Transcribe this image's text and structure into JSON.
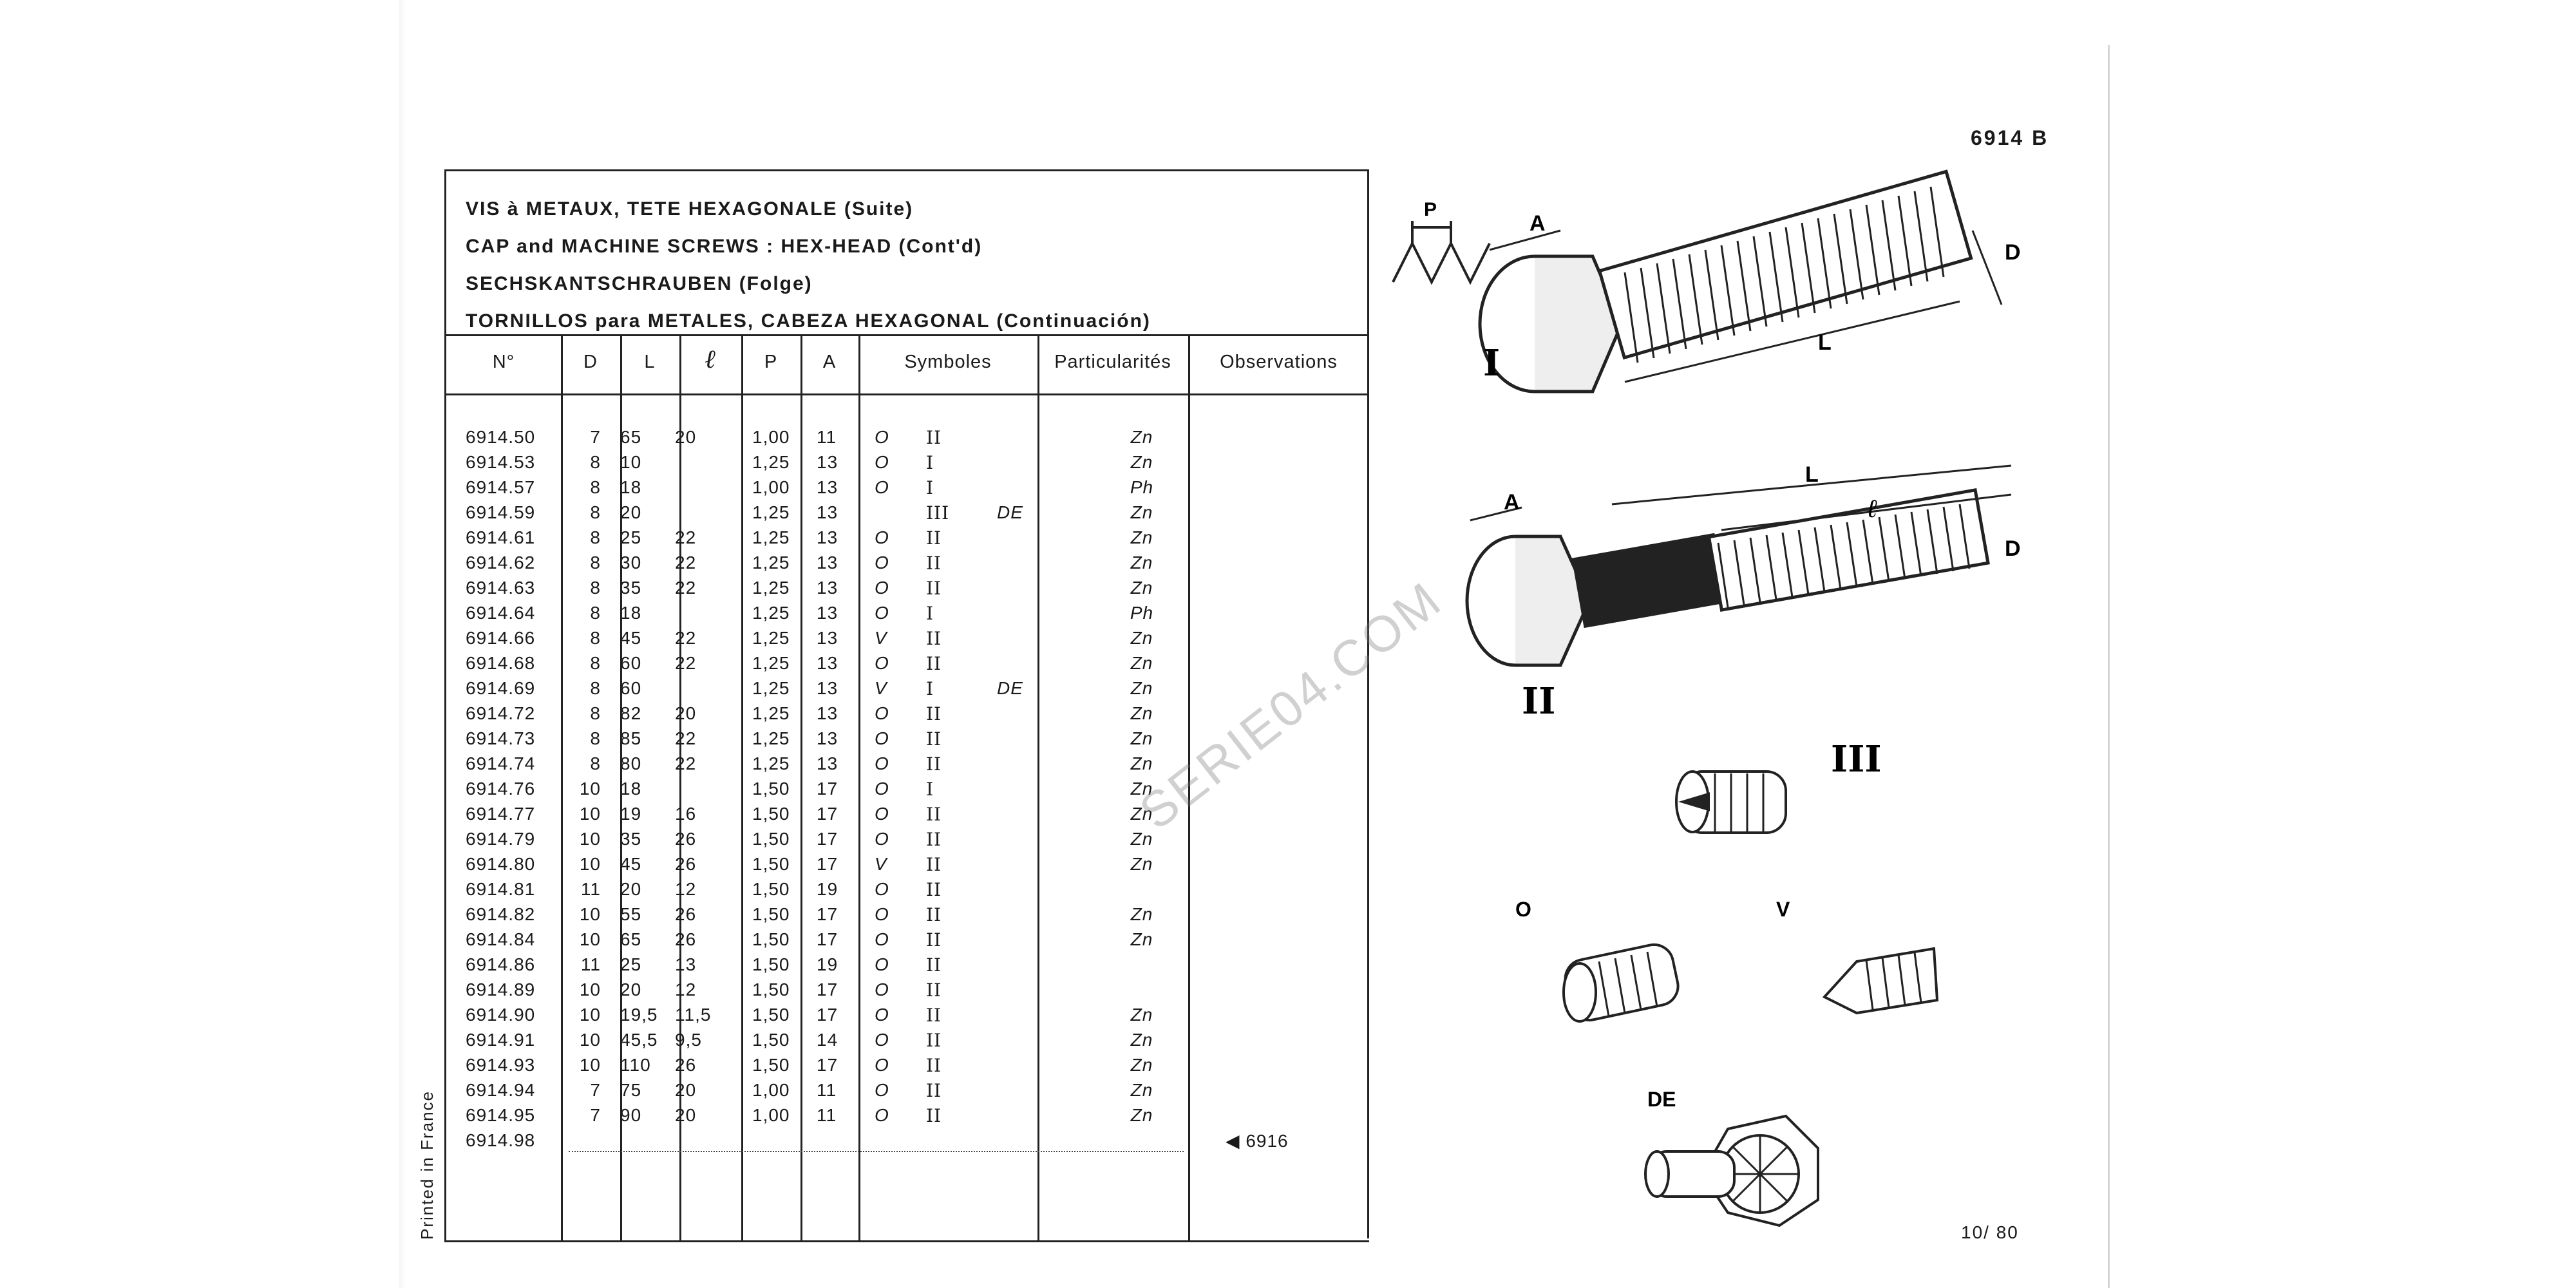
{
  "ref_code": "6914 B",
  "page_number": "10/ 80",
  "printed_in": "Printed in France",
  "watermark": "SERIE04.COM",
  "titles": {
    "fr": "VIS à METAUX, TETE HEXAGONALE (Suite)",
    "en": "CAP and MACHINE SCREWS : HEX-HEAD (Cont'd)",
    "de": "SECHSKANTSCHRAUBEN (Folge)",
    "es": "TORNILLOS para METALES, CABEZA HEXAGONAL (Continuación)"
  },
  "headers": {
    "no": "N°",
    "d": "D",
    "l": "L",
    "l_small": "ℓ",
    "p": "P",
    "a": "A",
    "symboles": "Symboles",
    "particularites": "Particularités",
    "observations": "Observations"
  },
  "rows": [
    {
      "no": "6914.50",
      "d": "7",
      "l": "65",
      "l2": "20",
      "p": "1,00",
      "a": "11",
      "s1": "O",
      "s2": "II",
      "s3": "",
      "part": "Zn",
      "obs": ""
    },
    {
      "no": "6914.53",
      "d": "8",
      "l": "10",
      "l2": "",
      "p": "1,25",
      "a": "13",
      "s1": "O",
      "s2": "I",
      "s3": "",
      "part": "Zn",
      "obs": ""
    },
    {
      "no": "6914.57",
      "d": "8",
      "l": "18",
      "l2": "",
      "p": "1,00",
      "a": "13",
      "s1": "O",
      "s2": "I",
      "s3": "",
      "part": "Ph",
      "obs": ""
    },
    {
      "no": "6914.59",
      "d": "8",
      "l": "20",
      "l2": "",
      "p": "1,25",
      "a": "13",
      "s1": "",
      "s2": "III",
      "s3": "DE",
      "part": "Zn",
      "obs": ""
    },
    {
      "no": "6914.61",
      "d": "8",
      "l": "25",
      "l2": "22",
      "p": "1,25",
      "a": "13",
      "s1": "O",
      "s2": "II",
      "s3": "",
      "part": "Zn",
      "obs": ""
    },
    {
      "no": "6914.62",
      "d": "8",
      "l": "30",
      "l2": "22",
      "p": "1,25",
      "a": "13",
      "s1": "O",
      "s2": "II",
      "s3": "",
      "part": "Zn",
      "obs": ""
    },
    {
      "no": "6914.63",
      "d": "8",
      "l": "35",
      "l2": "22",
      "p": "1,25",
      "a": "13",
      "s1": "O",
      "s2": "II",
      "s3": "",
      "part": "Zn",
      "obs": ""
    },
    {
      "no": "6914.64",
      "d": "8",
      "l": "18",
      "l2": "",
      "p": "1,25",
      "a": "13",
      "s1": "O",
      "s2": "I",
      "s3": "",
      "part": "Ph",
      "obs": ""
    },
    {
      "no": "6914.66",
      "d": "8",
      "l": "45",
      "l2": "22",
      "p": "1,25",
      "a": "13",
      "s1": "V",
      "s2": "II",
      "s3": "",
      "part": "Zn",
      "obs": ""
    },
    {
      "no": "6914.68",
      "d": "8",
      "l": "60",
      "l2": "22",
      "p": "1,25",
      "a": "13",
      "s1": "O",
      "s2": "II",
      "s3": "",
      "part": "Zn",
      "obs": ""
    },
    {
      "no": "6914.69",
      "d": "8",
      "l": "60",
      "l2": "",
      "p": "1,25",
      "a": "13",
      "s1": "V",
      "s2": "I",
      "s3": "DE",
      "part": "Zn",
      "obs": ""
    },
    {
      "no": "6914.72",
      "d": "8",
      "l": "82",
      "l2": "20",
      "p": "1,25",
      "a": "13",
      "s1": "O",
      "s2": "II",
      "s3": "",
      "part": "Zn",
      "obs": ""
    },
    {
      "no": "6914.73",
      "d": "8",
      "l": "85",
      "l2": "22",
      "p": "1,25",
      "a": "13",
      "s1": "O",
      "s2": "II",
      "s3": "",
      "part": "Zn",
      "obs": ""
    },
    {
      "no": "6914.74",
      "d": "8",
      "l": "80",
      "l2": "22",
      "p": "1,25",
      "a": "13",
      "s1": "O",
      "s2": "II",
      "s3": "",
      "part": "Zn",
      "obs": ""
    },
    {
      "no": "6914.76",
      "d": "10",
      "l": "18",
      "l2": "",
      "p": "1,50",
      "a": "17",
      "s1": "O",
      "s2": "I",
      "s3": "",
      "part": "Zn",
      "obs": ""
    },
    {
      "no": "6914.77",
      "d": "10",
      "l": "19",
      "l2": "16",
      "p": "1,50",
      "a": "17",
      "s1": "O",
      "s2": "II",
      "s3": "",
      "part": "Zn",
      "obs": ""
    },
    {
      "no": "6914.79",
      "d": "10",
      "l": "35",
      "l2": "26",
      "p": "1,50",
      "a": "17",
      "s1": "O",
      "s2": "II",
      "s3": "",
      "part": "Zn",
      "obs": ""
    },
    {
      "no": "6914.80",
      "d": "10",
      "l": "45",
      "l2": "26",
      "p": "1,50",
      "a": "17",
      "s1": "V",
      "s2": "II",
      "s3": "",
      "part": "Zn",
      "obs": ""
    },
    {
      "no": "6914.81",
      "d": "11",
      "l": "20",
      "l2": "12",
      "p": "1,50",
      "a": "19",
      "s1": "O",
      "s2": "II",
      "s3": "",
      "part": "",
      "obs": ""
    },
    {
      "no": "6914.82",
      "d": "10",
      "l": "55",
      "l2": "26",
      "p": "1,50",
      "a": "17",
      "s1": "O",
      "s2": "II",
      "s3": "",
      "part": "Zn",
      "obs": ""
    },
    {
      "no": "6914.84",
      "d": "10",
      "l": "65",
      "l2": "26",
      "p": "1,50",
      "a": "17",
      "s1": "O",
      "s2": "II",
      "s3": "",
      "part": "Zn",
      "obs": ""
    },
    {
      "no": "6914.86",
      "d": "11",
      "l": "25",
      "l2": "13",
      "p": "1,50",
      "a": "19",
      "s1": "O",
      "s2": "II",
      "s3": "",
      "part": "",
      "obs": ""
    },
    {
      "no": "6914.89",
      "d": "10",
      "l": "20",
      "l2": "12",
      "p": "1,50",
      "a": "17",
      "s1": "O",
      "s2": "II",
      "s3": "",
      "part": "",
      "obs": ""
    },
    {
      "no": "6914.90",
      "d": "10",
      "l": "19,5",
      "l2": "11,5",
      "p": "1,50",
      "a": "17",
      "s1": "O",
      "s2": "II",
      "s3": "",
      "part": "Zn",
      "obs": ""
    },
    {
      "no": "6914.91",
      "d": "10",
      "l": "45,5",
      "l2": "9,5",
      "p": "1,50",
      "a": "14",
      "s1": "O",
      "s2": "II",
      "s3": "",
      "part": "Zn",
      "obs": ""
    },
    {
      "no": "6914.93",
      "d": "10",
      "l": "110",
      "l2": "26",
      "p": "1,50",
      "a": "17",
      "s1": "O",
      "s2": "II",
      "s3": "",
      "part": "Zn",
      "obs": ""
    },
    {
      "no": "6914.94",
      "d": "7",
      "l": "75",
      "l2": "20",
      "p": "1,00",
      "a": "11",
      "s1": "O",
      "s2": "II",
      "s3": "",
      "part": "Zn",
      "obs": ""
    },
    {
      "no": "6914.95",
      "d": "7",
      "l": "90",
      "l2": "20",
      "p": "1,00",
      "a": "11",
      "s1": "O",
      "s2": "II",
      "s3": "",
      "part": "Zn",
      "obs": ""
    },
    {
      "no": "6914.98",
      "d": "",
      "l": "",
      "l2": "",
      "p": "",
      "a": "",
      "s1": "",
      "s2": "",
      "s3": "",
      "part": "",
      "obs": "◀ 6916"
    }
  ],
  "figure_labels": {
    "p": "P",
    "a": "A",
    "d": "D",
    "l": "L",
    "l_small": "ℓ",
    "type1": "I",
    "type2": "II",
    "type3": "III",
    "o": "O",
    "v": "V",
    "de": "DE"
  }
}
